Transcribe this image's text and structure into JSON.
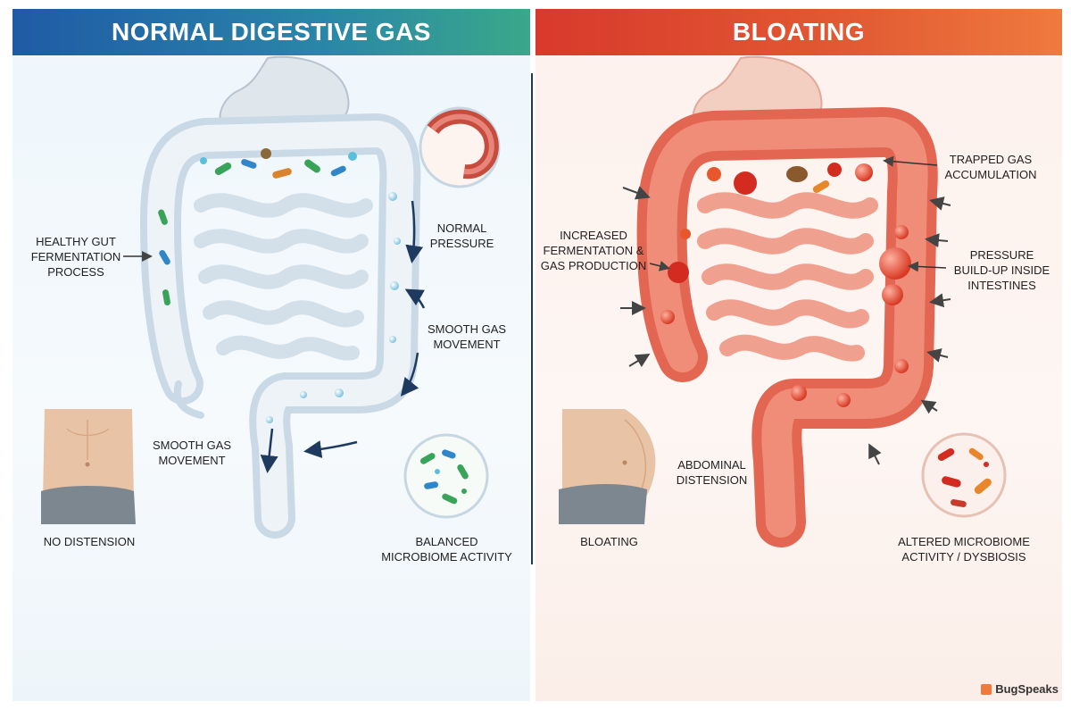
{
  "left": {
    "title": "NORMAL DIGESTIVE GAS",
    "labels": {
      "healthy_gut": "HEALTHY GUT\nFERMENTATION\nPROCESS",
      "normal_pressure": "NORMAL\nPRESSURE",
      "smooth_gas_1": "SMOOTH GAS\nMOVEMENT",
      "smooth_gas_2": "SMOOTH GAS\nMOVEMENT",
      "no_distension": "NO DISTENSION",
      "balanced": "BALANCED\nMICROBIOME ACTIVITY"
    }
  },
  "right": {
    "title": "BLOATING",
    "labels": {
      "increased": "INCREASED\nFERMENTATION &\nGAS PRODUCTION",
      "trapped": "TRAPPED GAS\nACCUMULATION",
      "pressure": "PRESSURE\nBUILD-UP INSIDE\nINTESTINES",
      "abdominal": "ABDOMINAL\nDISTENSION",
      "bloating": "BLOATING",
      "altered": "ALTERED MICROBIOME\nACTIVITY / DYSBIOSIS"
    }
  },
  "brand": "BugSpeaks",
  "colors": {
    "normal_accent": "#2a86a8",
    "bloating_accent": "#e25a33",
    "normal_gut": "#c9d9e6",
    "bloated_gut": "#e8705e"
  }
}
